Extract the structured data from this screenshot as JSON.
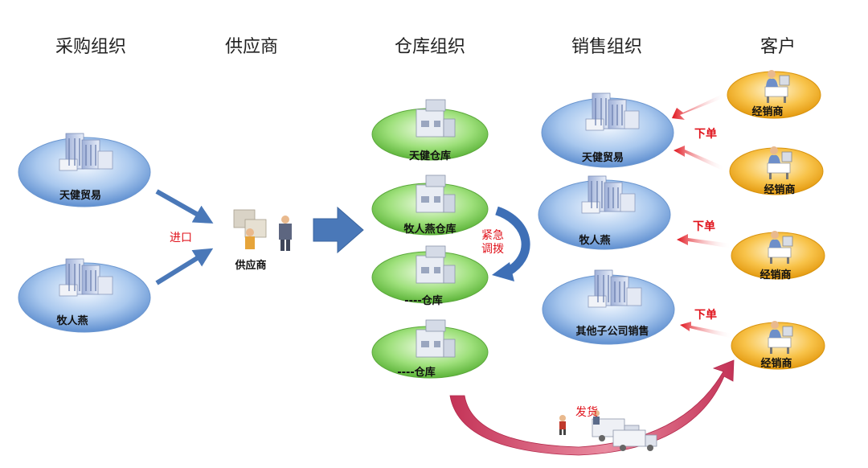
{
  "columns": {
    "purchase": "采购组织",
    "supplier": "供应商",
    "warehouse": "仓库组织",
    "sales": "销售组织",
    "customer": "客户"
  },
  "purchase_nodes": [
    "天健贸易",
    "牧人燕"
  ],
  "supplier_node": "供应商",
  "warehouse_nodes": [
    "天健仓库",
    "牧人燕仓库",
    "----仓库",
    "----仓库"
  ],
  "sales_nodes": [
    "天健贸易",
    "牧人燕",
    "其他子公司销售"
  ],
  "customer_nodes": [
    "经销商",
    "经销商",
    "经销商",
    "经销商"
  ],
  "labels": {
    "import": "进口",
    "urgent_line1": "紧急",
    "urgent_line2": "调拨",
    "order": "下单",
    "ship": "发货"
  },
  "colors": {
    "blue_node": "#8fb3e2",
    "green_node": "#8fd46a",
    "orange_node": "#f5b62a",
    "arrow_blue": "#4a78b8",
    "arrow_red": "#e0121b",
    "ship_arrow": "#d9566e"
  }
}
